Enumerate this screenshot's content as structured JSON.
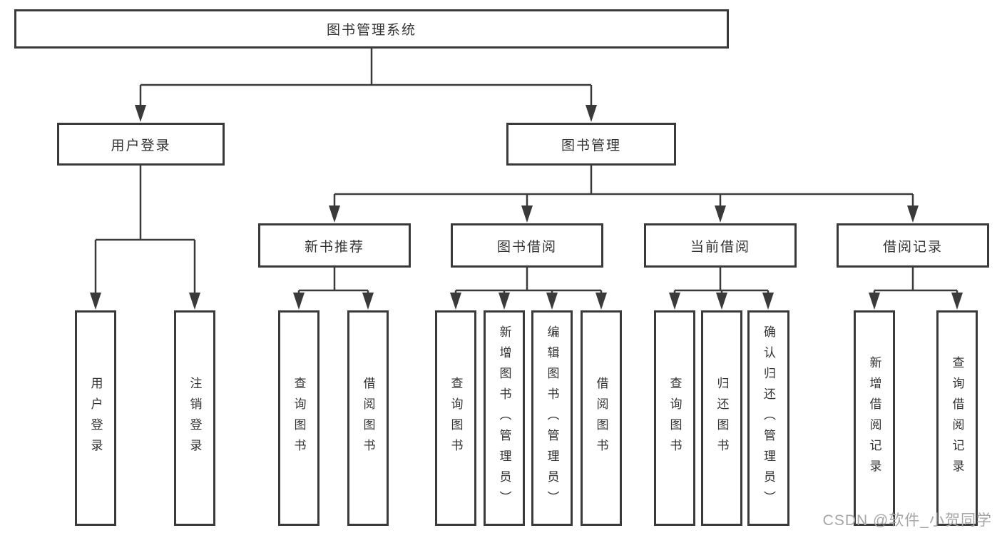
{
  "tree": {
    "root": "图书管理系统",
    "user_login": {
      "label": "用户登录",
      "children": [
        "用户登录",
        "注销登录"
      ]
    },
    "book_management": {
      "label": "图书管理",
      "groups": [
        {
          "label": "新书推荐",
          "children": [
            "查询图书",
            "借阅图书"
          ]
        },
        {
          "label": "图书借阅",
          "children": [
            "查询图书",
            "新增图书（管理员）",
            "编辑图书（管理员）",
            "借阅图书"
          ]
        },
        {
          "label": "当前借阅",
          "children": [
            "查询图书",
            "归还图书",
            "确认归还（管理员）"
          ]
        },
        {
          "label": "借阅记录",
          "children": [
            "新增借阅记录",
            "查询借阅记录"
          ]
        }
      ]
    }
  },
  "watermark": "CSDN @软件_小贺同学",
  "colors": {
    "line": "#3a3a3a",
    "text": "#333333",
    "watermark": "#a6a6a6",
    "background": "#ffffff"
  }
}
